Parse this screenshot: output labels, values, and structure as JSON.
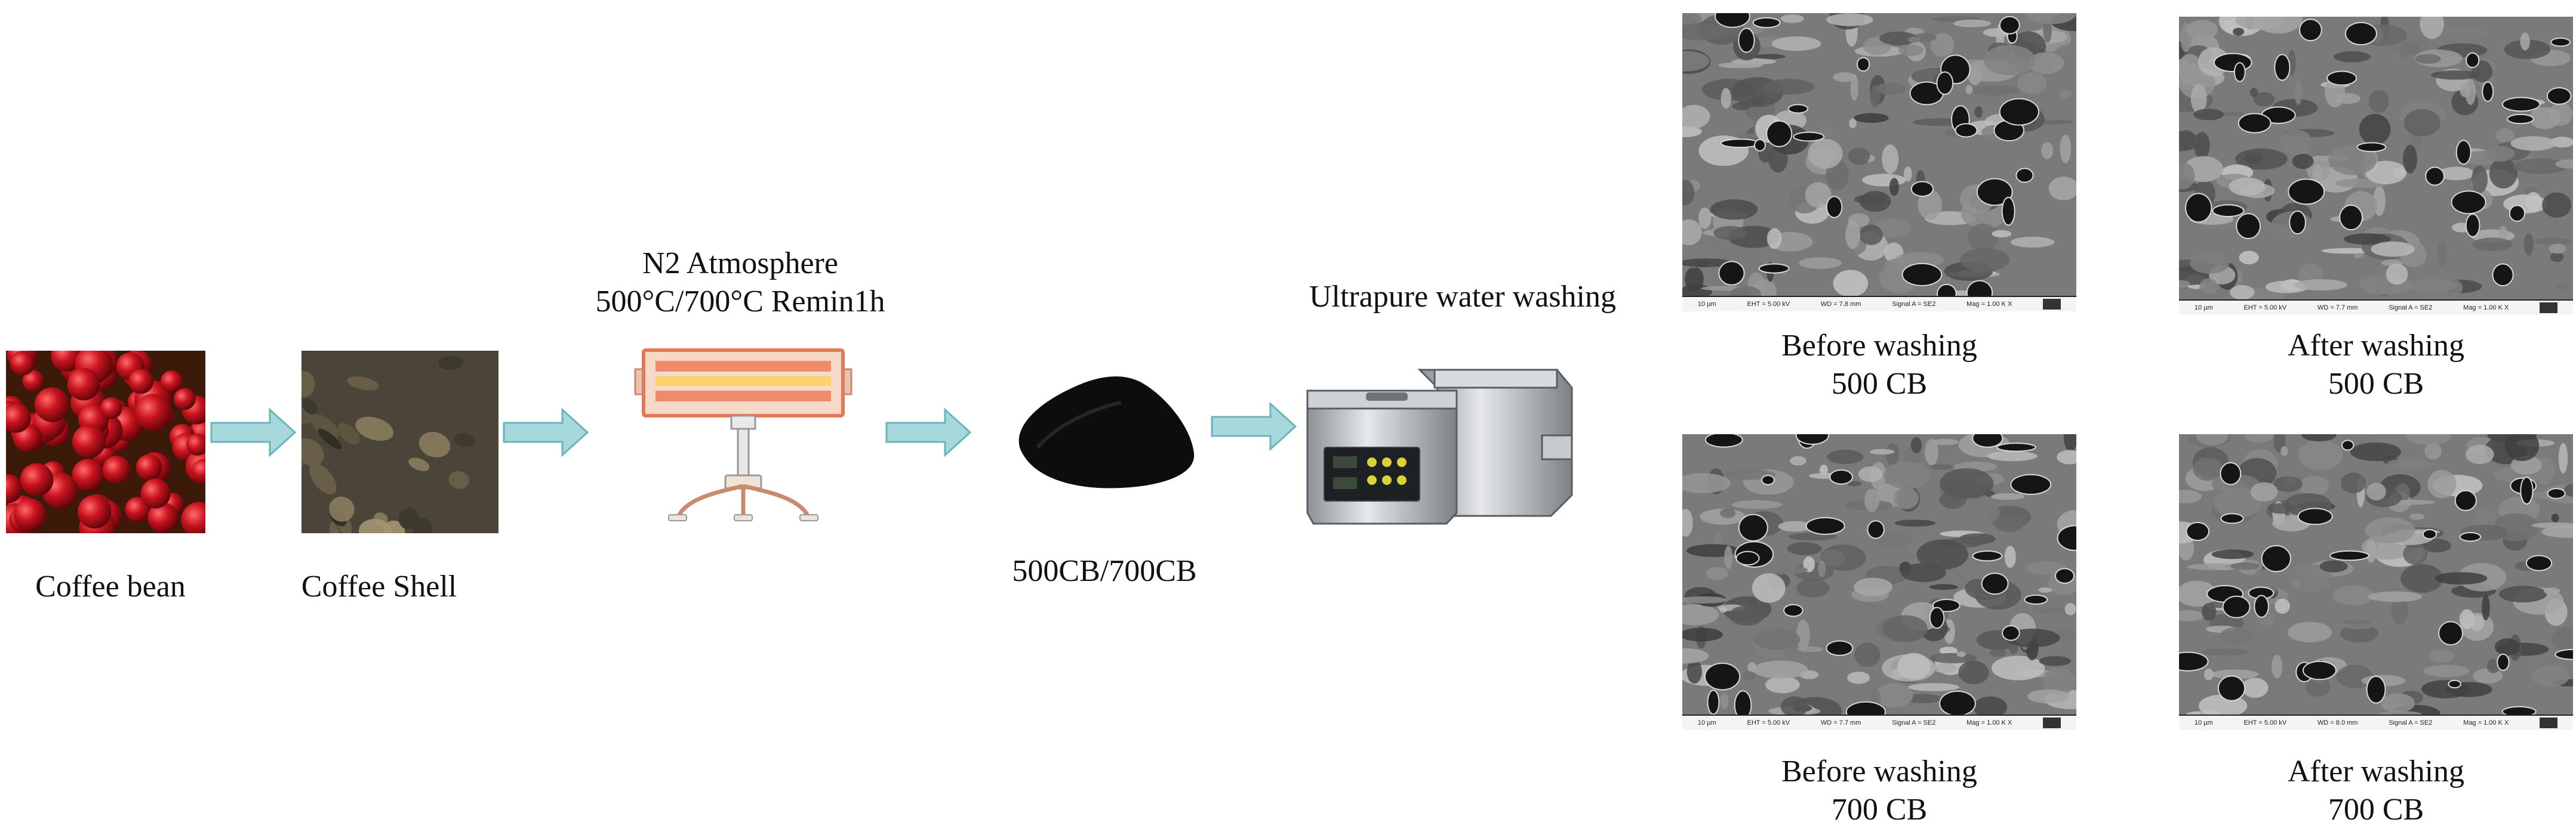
{
  "steps": {
    "bean": {
      "label": "Coffee bean",
      "icon": "coffee-bean-photo"
    },
    "shell": {
      "label": "Coffee Shell",
      "icon": "coffee-shell-photo"
    },
    "pyrolysis": {
      "line1": "N2  Atmosphere",
      "line2": "500°C/700°C Remin1h",
      "icon": "heater-icon"
    },
    "biochar": {
      "label": "500CB/700CB",
      "icon": "biochar-powder-icon"
    },
    "washing": {
      "label": "Ultrapure water washing",
      "icon": "ultrasonic-cleaner-icon"
    }
  },
  "sem_images": [
    {
      "line1": "Before washing",
      "line2": "500 CB"
    },
    {
      "line1": "After washing",
      "line2": "500 CB"
    },
    {
      "line1": "Before washing",
      "line2": "700 CB"
    },
    {
      "line1": "After washing",
      "line2": "700 CB"
    }
  ],
  "colors": {
    "arrow_fill": "#a6d8dc",
    "arrow_stroke": "#6ab5bb",
    "heater_lamp": "#f2a07a",
    "heater_frame": "#e07b59"
  }
}
